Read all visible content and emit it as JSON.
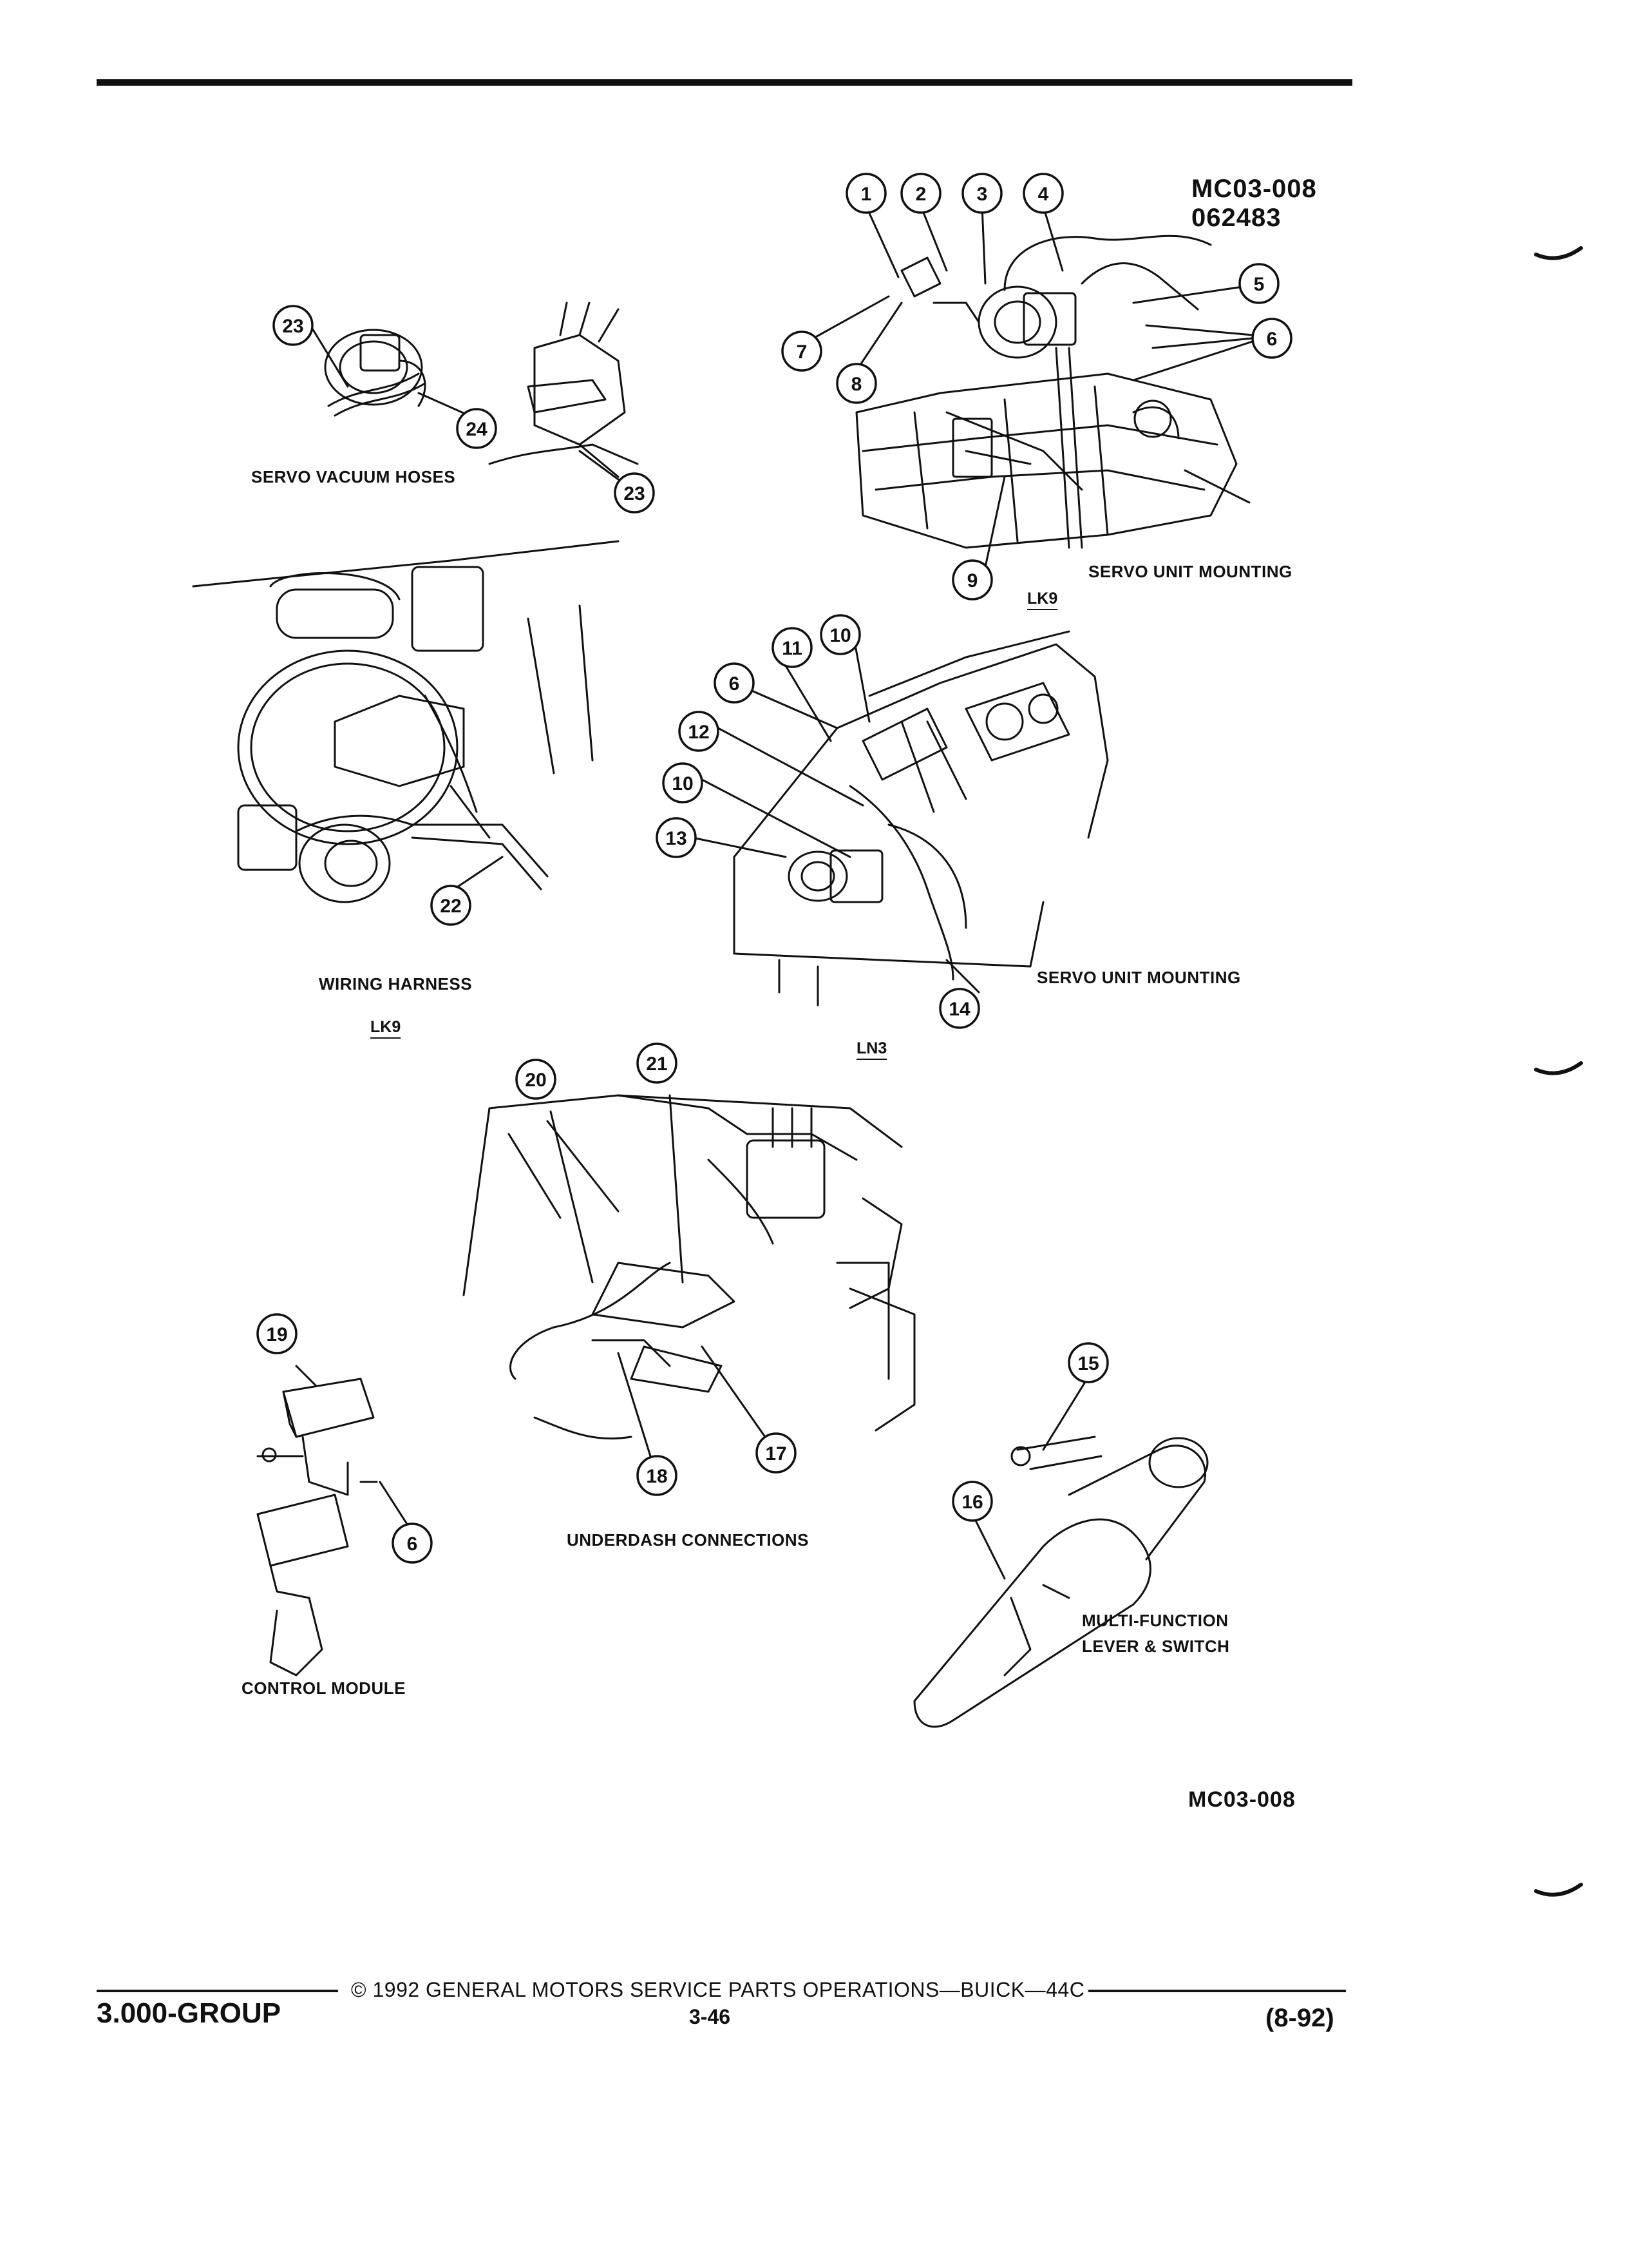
{
  "figure_id": {
    "code": "MC03-008",
    "number": "062483"
  },
  "bottom_id": "MC03-008",
  "captions": {
    "servo_vacuum_hoses": "SERVO VACUUM HOSES",
    "servo_unit_mounting_top": "SERVO UNIT MOUNTING",
    "wiring_harness": "WIRING HARNESS",
    "servo_unit_mounting_mid": "SERVO UNIT MOUNTING",
    "underdash_connections": "UNDERDASH CONNECTIONS",
    "control_module": "CONTROL MODULE",
    "multi_function_line1": "MULTI-FUNCTION",
    "multi_function_line2": "LEVER & SWITCH"
  },
  "engine_labels": {
    "top_right": "LK9",
    "wiring": "LK9",
    "middle": "LN3"
  },
  "callouts": {
    "c1": "1",
    "c2": "2",
    "c3": "3",
    "c4": "4",
    "c5": "5",
    "c6": "6",
    "c7": "7",
    "c8": "8",
    "c9": "9",
    "c10": "10",
    "c11": "11",
    "c12": "12",
    "c13": "13",
    "c14": "14",
    "c15": "15",
    "c16": "16",
    "c17": "17",
    "c18": "18",
    "c19": "19",
    "c20": "20",
    "c21": "21",
    "c22": "22",
    "c23": "23",
    "c24": "24"
  },
  "footer": {
    "group": "3.000-GROUP",
    "copyright": "© 1992  GENERAL MOTORS SERVICE PARTS OPERATIONS—BUICK—44C",
    "page": "3-46",
    "date": "(8-92)"
  }
}
